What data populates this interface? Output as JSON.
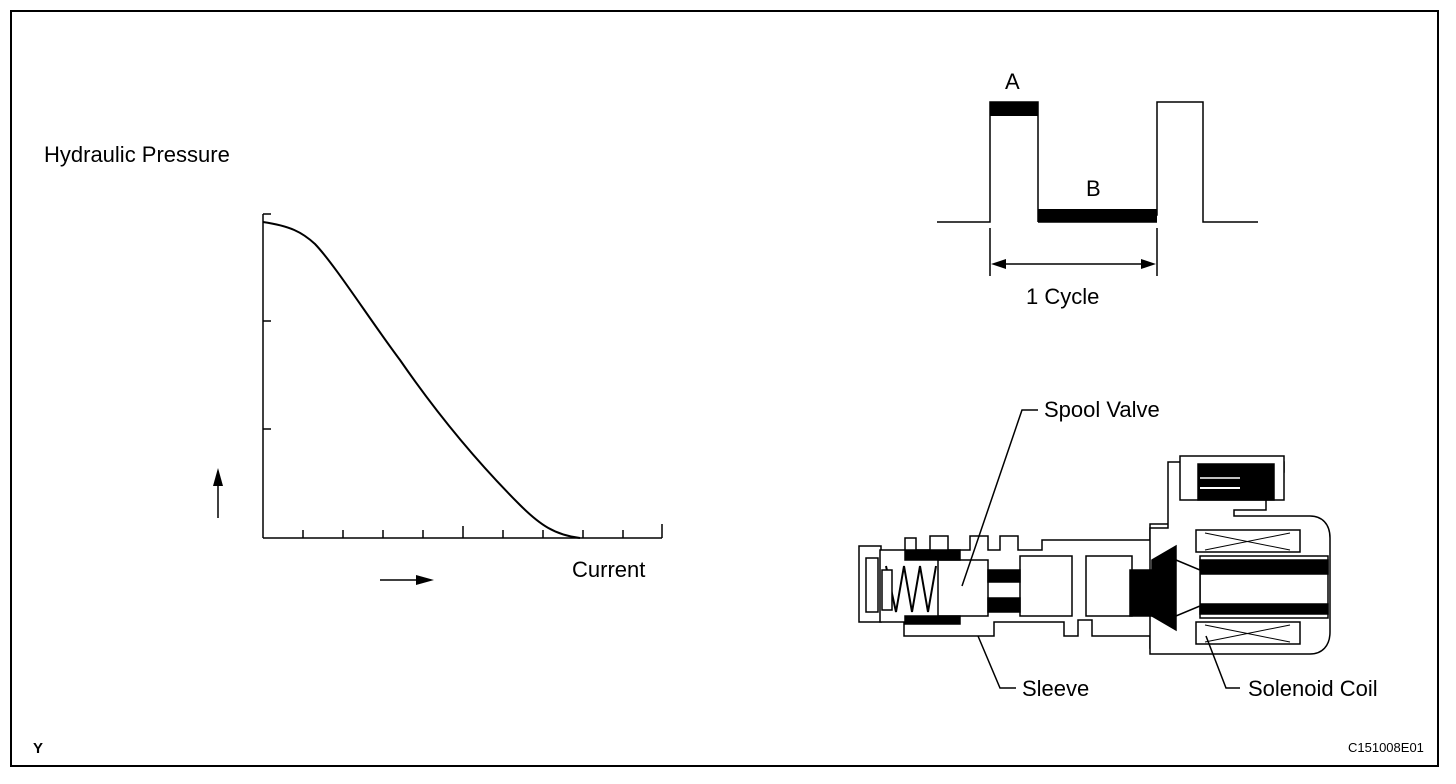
{
  "graph": {
    "y_axis_label": "Hydraulic Pressure",
    "x_axis_label": "Current"
  },
  "duty_cycle": {
    "label_a": "A",
    "label_b": "B",
    "cycle_label": "1 Cycle"
  },
  "solenoid": {
    "spool_valve_label": "Spool Valve",
    "sleeve_label": "Sleeve",
    "solenoid_coil_label": "Solenoid Coil"
  },
  "footer": {
    "corner_mark": "Y",
    "figure_code": "C151008E01"
  }
}
